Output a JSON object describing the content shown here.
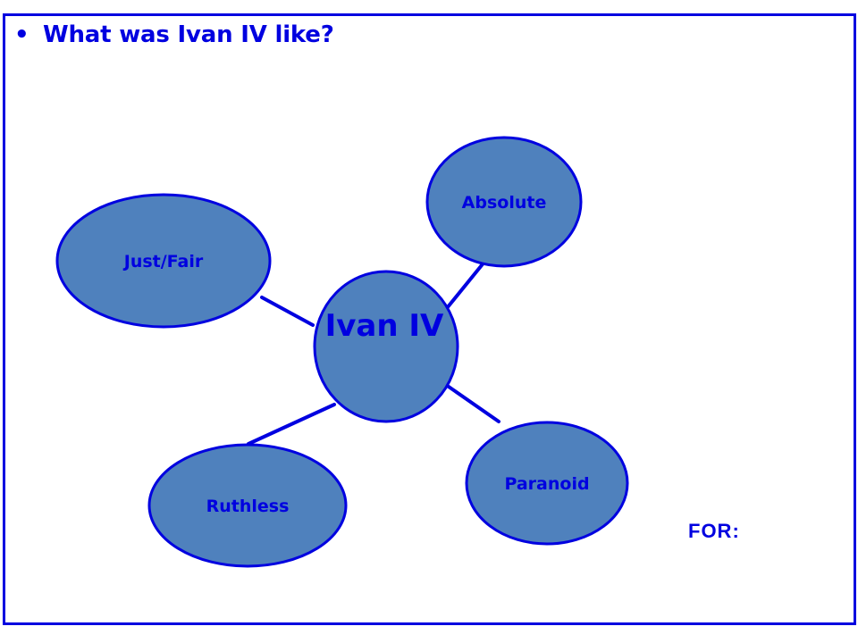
{
  "slide": {
    "bullet_char": "•",
    "question": "What was Ivan IV like?",
    "for_label": "FOR:"
  },
  "mindmap": {
    "center": "Ivan IV",
    "nodes": [
      {
        "id": "just-fair",
        "label": "Just/Fair"
      },
      {
        "id": "absolute",
        "label": "Absolute"
      },
      {
        "id": "ruthless",
        "label": "Ruthless"
      },
      {
        "id": "paranoid",
        "label": "Paranoid"
      }
    ]
  },
  "colors": {
    "accent": "#0000e0",
    "node_fill": "#4f81bd",
    "background": "#ffffff"
  }
}
